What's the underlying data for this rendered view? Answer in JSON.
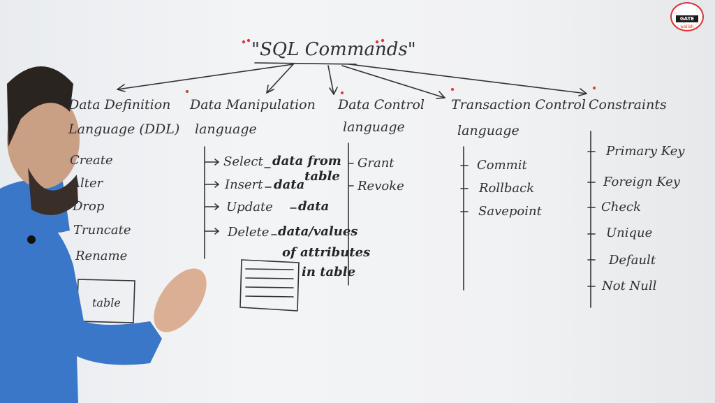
{
  "title": "\"SQL Commands\"",
  "categories": [
    {
      "heading_l1": "Data Definition",
      "heading_l2": "Language (DDL)",
      "items": [
        "Create",
        "Alter",
        "Drop",
        "Truncate",
        "Rename"
      ]
    },
    {
      "heading_l1": "Data Manipulation",
      "heading_l2": "language",
      "items": [
        "Select",
        "Insert",
        "Update",
        "Delete"
      ]
    },
    {
      "heading_l1": "Data Control",
      "heading_l2": "language",
      "items": [
        "Grant",
        "Revoke"
      ]
    },
    {
      "heading_l1": "Transaction Control",
      "heading_l2": "language",
      "items": [
        "Commit",
        "Rollback",
        "Savepoint"
      ]
    },
    {
      "heading_l1": "Constraints",
      "heading_l2": "",
      "items": [
        "Primary Key",
        "Foreign Key",
        "Check",
        "Unique",
        "Default",
        "Not Null"
      ]
    }
  ],
  "notes": {
    "select": "data from",
    "select_table": "table",
    "insert": "data",
    "update": "data",
    "delete_1": "data/values",
    "delete_2": "of attributes",
    "delete_3": "in table",
    "table_box": "table"
  },
  "logo": {
    "text": "GATE",
    "sub": "wallah"
  }
}
